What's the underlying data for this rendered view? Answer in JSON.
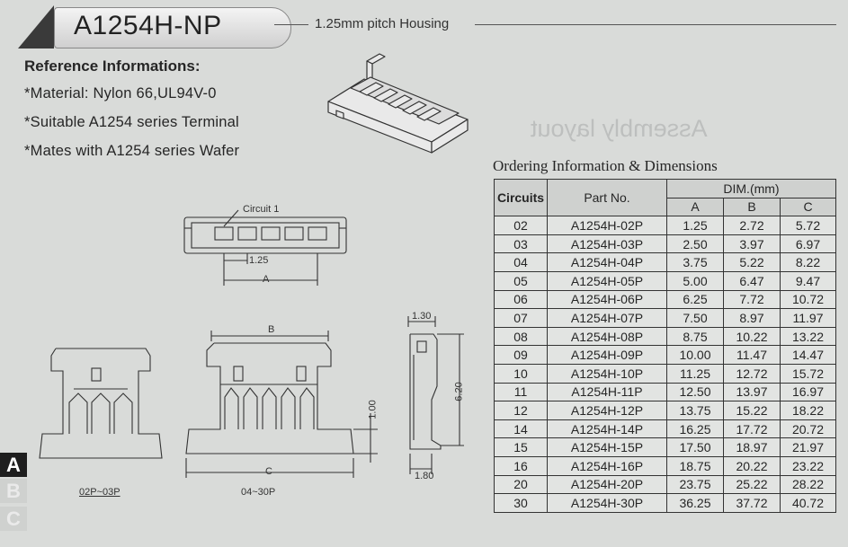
{
  "header": {
    "title": "A1254H-NP",
    "subtitle": "1.25mm pitch Housing"
  },
  "reference": {
    "heading": "Reference Informations:",
    "items": [
      "*Material: Nylon 66,UL94V-0",
      "*Suitable A1254 series Terminal",
      "*Mates with A1254 series Wafer"
    ]
  },
  "ghost_text": "Assembly layout",
  "drawings": {
    "circuit_label": "Circuit 1",
    "pitch_label": "1.25",
    "dim_a": "A",
    "dim_b": "B",
    "dim_c": "C",
    "side_dim_top": "1.30",
    "side_dim_height": "6.20",
    "side_dim_small": "1.00",
    "side_dim_bottom": "1.80",
    "caption_small": "02P~03P",
    "caption_large": "04~30P"
  },
  "side_tabs": [
    "A",
    "B",
    "C"
  ],
  "ordering": {
    "title": "Ordering Information & Dimensions",
    "headers": {
      "circuits": "Circuits",
      "part_no": "Part No.",
      "dim": "DIM.(mm)",
      "a": "A",
      "b": "B",
      "c": "C"
    },
    "rows": [
      [
        "02",
        "A1254H-02P",
        "1.25",
        "2.72",
        "5.72"
      ],
      [
        "03",
        "A1254H-03P",
        "2.50",
        "3.97",
        "6.97"
      ],
      [
        "04",
        "A1254H-04P",
        "3.75",
        "5.22",
        "8.22"
      ],
      [
        "05",
        "A1254H-05P",
        "5.00",
        "6.47",
        "9.47"
      ],
      [
        "06",
        "A1254H-06P",
        "6.25",
        "7.72",
        "10.72"
      ],
      [
        "07",
        "A1254H-07P",
        "7.50",
        "8.97",
        "11.97"
      ],
      [
        "08",
        "A1254H-08P",
        "8.75",
        "10.22",
        "13.22"
      ],
      [
        "09",
        "A1254H-09P",
        "10.00",
        "11.47",
        "14.47"
      ],
      [
        "10",
        "A1254H-10P",
        "11.25",
        "12.72",
        "15.72"
      ],
      [
        "11",
        "A1254H-11P",
        "12.50",
        "13.97",
        "16.97"
      ],
      [
        "12",
        "A1254H-12P",
        "13.75",
        "15.22",
        "18.22"
      ],
      [
        "14",
        "A1254H-14P",
        "16.25",
        "17.72",
        "20.72"
      ],
      [
        "15",
        "A1254H-15P",
        "17.50",
        "18.97",
        "21.97"
      ],
      [
        "16",
        "A1254H-16P",
        "18.75",
        "20.22",
        "23.22"
      ],
      [
        "20",
        "A1254H-20P",
        "23.75",
        "25.22",
        "28.22"
      ],
      [
        "30",
        "A1254H-30P",
        "36.25",
        "37.72",
        "40.72"
      ]
    ]
  }
}
